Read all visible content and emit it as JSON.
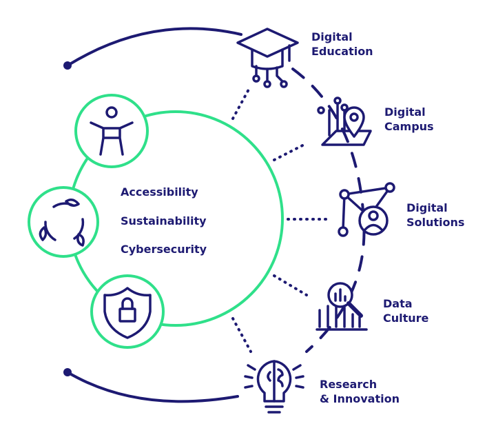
{
  "colors": {
    "navy": "#1d1a72",
    "green": "#2fe08a"
  },
  "core_values": {
    "accessibility": "Accessibility",
    "sustainability": "Sustainability",
    "cybersecurity": "Cybersecurity"
  },
  "areas": {
    "education": {
      "line1": "Digital",
      "line2": "Education",
      "icon": "graduation-cap-icon"
    },
    "campus": {
      "line1": "Digital",
      "line2": "Campus",
      "icon": "campus-map-pin-icon"
    },
    "solutions": {
      "line1": "Digital",
      "line2": "Solutions",
      "icon": "network-user-icon"
    },
    "data": {
      "line1": "Data",
      "line2": "Culture",
      "icon": "data-magnifier-icon"
    },
    "research": {
      "line1": "Research",
      "line2": "& Innovation",
      "icon": "lightbulb-brain-icon"
    }
  }
}
